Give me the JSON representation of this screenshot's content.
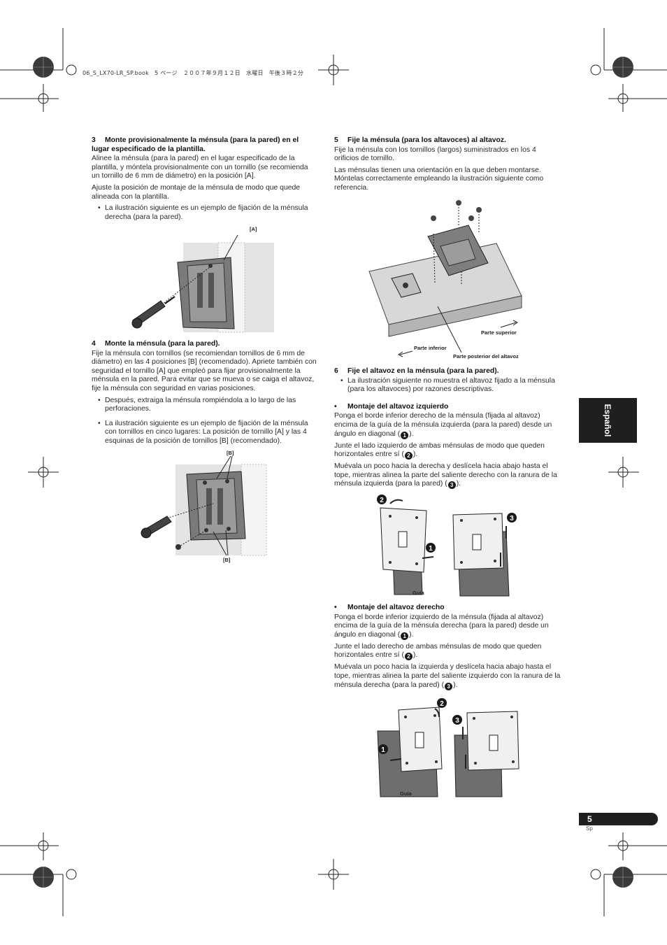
{
  "header": "06_S_LX70-LR_SP.book　5 ページ　２００７年９月１２日　水曜日　午後３時２分",
  "left": {
    "s3": {
      "num": "3",
      "title": "Monte provisionalmente la ménsula (para la pared) en el lugar especificado de la plantilla.",
      "p1": "Alinee la ménsula (para la pared) en el lugar especificado de la plantilla, y móntela provisionalmente con un tornillo (se recomienda un tornillo de 6 mm de diámetro) en la posición [A].",
      "p2": "Ajuste la posición de montaje de la ménsula de modo que quede alineada con la plantilla.",
      "b1": "La ilustración siguiente es un ejemplo de fijación de la ménsula derecha (para la pared).",
      "fig_label": "[A]"
    },
    "s4": {
      "num": "4",
      "title": "Monte la ménsula (para la pared).",
      "p1": "Fije la ménsula con tornillos (se recomiendan tornillos de 6 mm de diámetro) en las 4 posiciones [B] (recomendado). Apriete también con seguridad el tornillo [A] que empleó para fijar provisionalmente la ménsula en la pared. Para evitar que se mueva o se caiga el altavoz, fije la ménsula con seguridad en varias posiciones.",
      "b1": "Después, extraiga la ménsula rompiéndola a lo largo de las perforaciones.",
      "b2": "La ilustración siguiente es un ejemplo de fijación de la ménsula con tornillos en cinco lugares: La posición de tornillo [A] y las 4 esquinas de la posición de tornillos [B] (recomendado).",
      "fig_label": "[B]"
    }
  },
  "right": {
    "s5": {
      "num": "5",
      "title": "Fije la ménsula (para los altavoces) al altavoz.",
      "p1": "Fije la ménsula con los tornillos (largos) suministrados en los 4 orificios de tornillo.",
      "p2": "Las ménsulas tienen una orientación en la que deben montarse. Móntelas correctamente empleando la ilustración siguiente como referencia.",
      "fig_sup": "Parte superior",
      "fig_inf": "Parte inferior",
      "fig_post": "Parte posterior del altavoz"
    },
    "s6": {
      "num": "6",
      "title": "Fije el altavoz en la ménsula (para la pared).",
      "b1": "La ilustración siguiente no muestra el altavoz fijado a la ménsula (para los altavoces) por razones descriptivas."
    },
    "izq": {
      "title": "Montaje del altavoz izquierdo",
      "p1": "Ponga el borde inferior derecho de la ménsula (fijada al altavoz) encima de la guía de la ménsula izquierda (para la pared) desde un ángulo en diagonal (",
      "p2": "Junte el lado izquierdo de ambas ménsulas de modo que queden horizontales entre sí (",
      "p3": "Muévala un poco hacia la derecha y deslícela hacia abajo hasta el tope, mientras alinea la parte del saliente derecho con la ranura de la ménsula izquierda (para la pared) (",
      "guide": "Guía"
    },
    "der": {
      "title": "Montaje del altavoz derecho",
      "p1": "Ponga el borde inferior izquierdo de la ménsula (fijada al altavoz) encima de la guía de la ménsula derecha (para la pared) desde un ángulo en diagonal (",
      "p2": "Junte el lado derecho de ambas ménsulas de modo que queden horizontales entre sí (",
      "p3": "Muévala un poco hacia la izquierda y deslícela hacia abajo hasta el tope, mientras alinea la parte del saliente izquierdo con la ranura de la ménsula derecha (para la pared) (",
      "guide": "Guía"
    },
    "close": ").",
    "n1": "1",
    "n2": "2",
    "n3": "3"
  },
  "tab": "Español",
  "page_num": "5",
  "page_lang": "Sp"
}
